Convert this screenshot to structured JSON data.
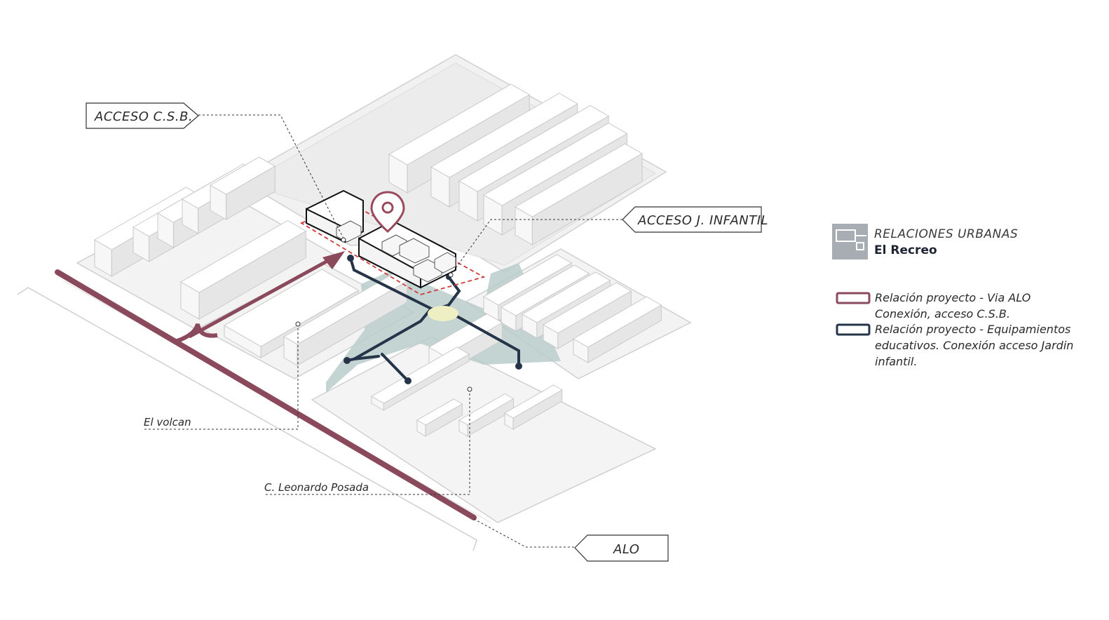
{
  "callouts": {
    "acceso_csb": "ACCESO C.S.B.",
    "acceso_infantil": "ACCESO J. INFANTIL",
    "alo": "ALO"
  },
  "streets": {
    "el_volcan": "El volcan",
    "leonardo_posada": "C. Leonardo Posada"
  },
  "legend": {
    "title": "RELACIONES URBANAS",
    "subtitle": "El Recreo",
    "items": [
      {
        "lines": [
          "Relación proyecto - Via ALO",
          "Conexión, acceso C.S.B."
        ],
        "color": "#8a4a5c"
      },
      {
        "lines": [
          "Relación proyecto - Equipamientos",
          "educativos. Conexión acceso Jardin",
          "infantil."
        ],
        "color": "#253448"
      }
    ]
  },
  "colors": {
    "alo_route": "#8a4a5c",
    "education_route": "#253448",
    "plaza": "#b9cccb",
    "roundabout": "#efefc4",
    "marker": "#9a4a5c",
    "legend_icon": "#a8adb4",
    "project_boundary": "#d53a3a"
  }
}
